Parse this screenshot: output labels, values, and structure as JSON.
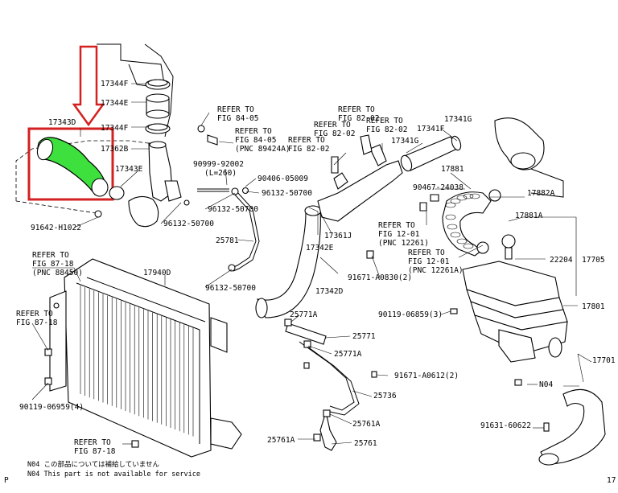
{
  "highlight": {
    "color": "#d32020",
    "part_fill": "#3ee03e"
  },
  "labels": {
    "l17344f_top": "17344F",
    "l17344e": "17344E",
    "l17344f_mid": "17344F",
    "l17343d": "17343D",
    "l17362b": "17362B",
    "l17343e": "17343E",
    "l91642": "91642-H1022",
    "l96132_a": "96132-50700",
    "l96132_b": "96132-50700",
    "l96132_c": "96132-50700",
    "l96132_d": "96132-50700",
    "l90999_1": "90999-92002",
    "l90999_2": "(L=260)",
    "l90406": "90406-05009",
    "l25781": "25781",
    "ref84_1": "REFER TO",
    "ref84_2": "FIG 84-05",
    "ref84b_1": "REFER TO",
    "ref84b_2": "FIG 84-05",
    "ref84b_3": "(PNC 89424A)",
    "ref82a_1": "REFER TO",
    "ref82a_2": "FIG 82-02",
    "ref82b_1": "REFER TO",
    "ref82b_2": "FIG 82-02",
    "ref82c_1": "REFER TO",
    "ref82c_2": "FIG 82-02",
    "ref82d_1": "REFER TO",
    "ref82d_2": "FIG 82-02",
    "l17341f": "17341F",
    "l17341g_a": "17341G",
    "l17341g_b": "17341G",
    "l17881": "17881",
    "l90467": "90467-24038",
    "l17882a": "17882A",
    "l17881a": "17881A",
    "l22204": "22204",
    "l17705": "17705",
    "l17361j": "17361J",
    "l17342e": "17342E",
    "l17342d": "17342D",
    "ref1201a_1": "REFER TO",
    "ref1201a_2": "FIG 12-01",
    "ref1201a_3": "(PNC 12261)",
    "ref1201b_1": "REFER TO",
    "ref1201b_2": "FIG 12-01",
    "ref1201b_3": "(PNC 12261A)",
    "l91671_a": "91671-A0830(2)",
    "ref8718a_1": "REFER TO",
    "ref8718a_2": "FIG 87-18",
    "ref8718a_3": "(PNC 88450)",
    "l17940d": "17940D",
    "ref8718b_1": "REFER TO",
    "ref8718b_2": "FIG 87-18",
    "l90119_a": "90119-06859(3)",
    "l17801": "17801",
    "l25771a_a": "25771A",
    "l25771": "25771",
    "l25771a_b": "25771A",
    "l91671_b": "91671-A0612(2)",
    "l25736": "25736",
    "l25761a_a": "25761A",
    "l25761a_b": "25761A",
    "l25761": "25761",
    "l90119_b": "90119-06959(4)",
    "ref8718c_1": "REFER TO",
    "ref8718c_2": "FIG 87-18",
    "l17701": "17701",
    "l_n04": "N04",
    "l91631": "91631-60622",
    "footer_p": "P",
    "footer_jp": "N04  この部品については補給していません",
    "footer_en": "N04  This part is not available for service",
    "footer_right": "17"
  }
}
